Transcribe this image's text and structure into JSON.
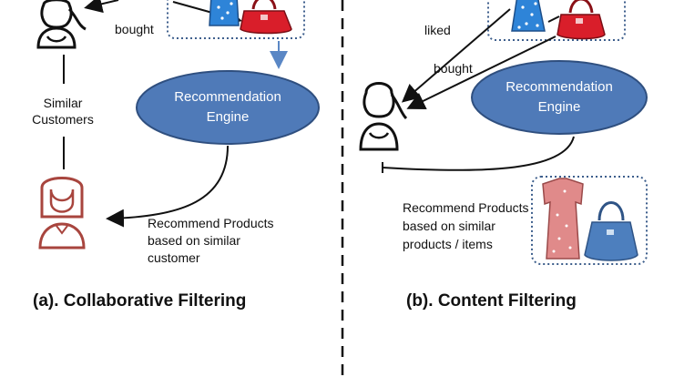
{
  "colors": {
    "engine_fill": "#4F7AB8",
    "engine_stroke": "#2F4F7F",
    "dotted_box": "#3D5E8C",
    "arrow_blue": "#5A87C5",
    "bag_red": "#D91E2A",
    "dress_blue": "#2E84D8",
    "dress_pink": "#E08A8A",
    "bag_blue": "#4D7FBE",
    "customer_red": "#A8453E",
    "outline_black": "#111111"
  },
  "collaborative": {
    "bought_label": "bought",
    "similar_label_line1": "Similar",
    "similar_label_line2": "Customers",
    "engine_line1": "Recommendation",
    "engine_line2": "Engine",
    "recommend_line1": "Recommend Products",
    "recommend_line2": "based on similar",
    "recommend_line3": "customer",
    "caption": "(a). Collaborative Filtering"
  },
  "content": {
    "liked_label": "liked",
    "bought_label": "bought",
    "engine_line1": "Recommendation",
    "engine_line2": "Engine",
    "recommend_line1": "Recommend Products",
    "recommend_line2": "based on similar",
    "recommend_line3": "products / items",
    "caption": "(b). Content Filtering"
  }
}
